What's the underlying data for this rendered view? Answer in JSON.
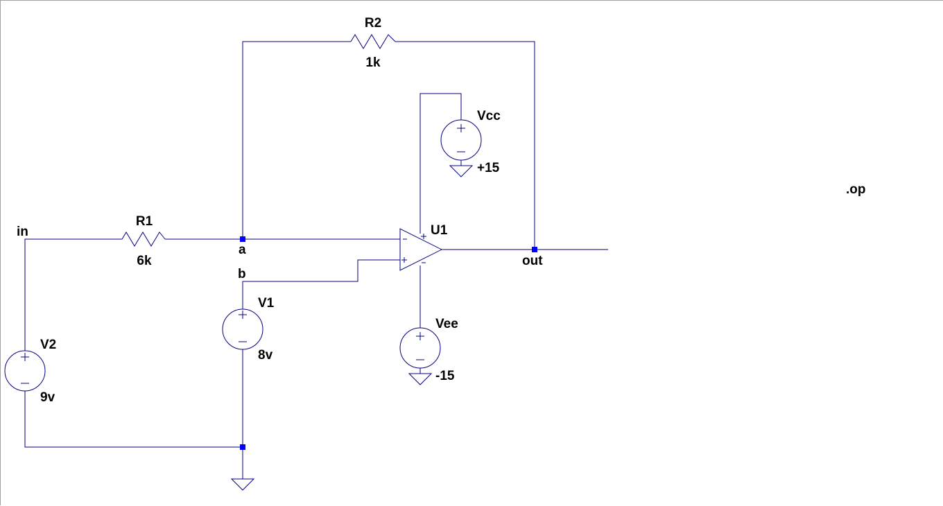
{
  "schematic": {
    "components": {
      "r1": {
        "name": "R1",
        "value": "6k"
      },
      "r2": {
        "name": "R2",
        "value": "1k"
      },
      "u1": {
        "name": "U1"
      },
      "v1": {
        "name": "V1",
        "value": "8v"
      },
      "v2": {
        "name": "V2",
        "value": "9v"
      },
      "vcc": {
        "name": "Vcc",
        "value": "+15"
      },
      "vee": {
        "name": "Vee",
        "value": "-15"
      }
    },
    "nets": {
      "in": "in",
      "a": "a",
      "b": "b",
      "out": "out"
    },
    "directive": ".op",
    "colors": {
      "wire": "#000080",
      "node": "#0000ff",
      "label": "#000000",
      "background": "#ffffff"
    }
  }
}
